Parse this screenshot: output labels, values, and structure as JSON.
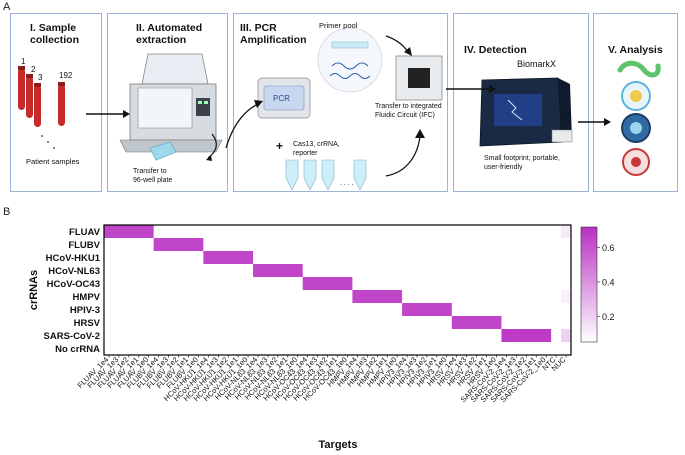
{
  "panel_a": {
    "letter": "A",
    "steps": [
      {
        "title_line1": "I. Sample",
        "title_line2": "collection",
        "tube_labels": [
          "1",
          "2",
          "3",
          "192"
        ],
        "caption": "Patient samples"
      },
      {
        "title_line1": "II. Automated",
        "title_line2": "extraction",
        "caption_line1": "Transfer to",
        "caption_line2": "96-well plate"
      },
      {
        "title_line1": "III. PCR",
        "title_line2": "Amplification",
        "primer_label": "Primer pool",
        "machine_label": "PCR",
        "reagent_line1": "Cas13, crRNA,",
        "reagent_line2": "reporter",
        "plus": "+",
        "dots": ". . . .",
        "transfer_line1": "Transfer to integrated",
        "transfer_line2": "Fluidic Circuit (IFC)"
      },
      {
        "title": "IV. Detection",
        "device_label": "BiomarkX",
        "caption_line1": "Small footprint, portable,",
        "caption_line2": "user-friendly"
      },
      {
        "title": "V. Analysis"
      }
    ]
  },
  "panel_b": {
    "letter": "B"
  },
  "chart_data": {
    "type": "heatmap",
    "xlabel": "Targets",
    "ylabel": "crRNAs",
    "rows": [
      "FLUAV",
      "FLUBV",
      "HCoV-HKU1",
      "HCoV-NL63",
      "HCoV-OC43",
      "HMPV",
      "HPIV-3",
      "HRSV",
      "SARS-CoV-2",
      "No crRNA"
    ],
    "columns": [
      "FLUAV_1e4",
      "FLUAV_1e3",
      "FLUAV_1e2",
      "FLUAV_1e1",
      "FLUAV_1e0",
      "FLUBV_1e4",
      "FLUBV_1e3",
      "FLUBV_1e2",
      "FLUBV_1e1",
      "FLUBV_1e0",
      "HCoV-HKU1_1e4",
      "HCoV-HKU1_1e3",
      "HCoV-HKU1_1e2",
      "HCoV-HKU1_1e1",
      "HCoV-HKU1_1e0",
      "HCoV-NL63_1e4",
      "HCoV-NL63_1e3",
      "HCoV-NL63_1e2",
      "HCoV-NL63_1e1",
      "HCoV-NL63_1e0",
      "HCoV-OC43_1e4",
      "HCoV-OC43_1e3",
      "HCoV-OC43_1e2",
      "HCoV-OC43_1e1",
      "HCoV-OC43_1e0",
      "HMPV_1e4",
      "HMPV_1e3",
      "HMPV_1e2",
      "HMPV_1e1",
      "HMPV_1e0",
      "HPIV3_1e4",
      "HPIV3_1e3",
      "HPIV3_1e2",
      "HPIV3_1e1",
      "HPIV3_1e0",
      "HRSV_1e4",
      "HRSV_1e3",
      "HRSV_1e2",
      "HRSV_1e1",
      "HRSV_1e0",
      "SARS-CoV-2_1e4",
      "SARS-CoV-2_1e3",
      "SARS-CoV-2_1e2",
      "SARS-CoV-2_1e1",
      "SARS-CoV-2_1e0",
      "NTC",
      "NUC"
    ],
    "x_tick_labels": [
      "FLUAV_1e4",
      "FLUAV_1e3",
      "FLUAV_1e2",
      "FLUAV_1e1",
      "FLUAV_1e0",
      "FLUBV_1e4",
      "FLUBV_1e3",
      "FLUBV_1e2",
      "FLUBV_1e1",
      "FLUBV_1e0",
      "HCoV-HKU1_1e4",
      "HCoV-HKU1_1e3",
      "HCoV-HKU1_1e2",
      "HCoV-HKU1_1e1",
      "HCoV-HKU1_1e0",
      "HCoV-NL63_1e4",
      "HCoV-NL63_1e3",
      "HCoV-NL63_1e2",
      "HCoV-NL63_1e1",
      "HCoV-NL63_1e0",
      "HCoV-OC43_1e4",
      "HCoV-OC43_1e3",
      "HCoV-OC43_1e2",
      "HCoV-OC43_1e1",
      "HCoV-OC43_1e0",
      "HMPV_1e4",
      "HMPV_1e3",
      "HMPV_1e2",
      "HMPV_1e1",
      "HMPV_1e0",
      "HPIV3_1e4",
      "HPIV3_1e3",
      "HPIV3_1e2",
      "HPIV3_1e1",
      "HPIV3_1e0",
      "HRSV_1e4",
      "HRSV_1e3",
      "HRSV_1e2",
      "HRSV_1e1",
      "HRSV_1e0",
      "SARS-CoV-2_1e4",
      "SARS-CoV-2_1e3",
      "SARS-CoV-2_1e2",
      "SARS-CoV-2_1e1",
      "SARS-CoV-2_1e0",
      "NTC",
      "NUC"
    ],
    "values": [
      [
        0.65,
        0.65,
        0.65,
        0.65,
        0.65,
        0.02,
        0.02,
        0.02,
        0.02,
        0.02,
        0.02,
        0.02,
        0.02,
        0.02,
        0.02,
        0.02,
        0.02,
        0.02,
        0.02,
        0.02,
        0.02,
        0.02,
        0.02,
        0.02,
        0.02,
        0.02,
        0.02,
        0.02,
        0.02,
        0.02,
        0.02,
        0.02,
        0.02,
        0.02,
        0.02,
        0.02,
        0.02,
        0.02,
        0.02,
        0.02,
        0.02,
        0.02,
        0.02,
        0.02,
        0.02,
        0.02,
        0.12
      ],
      [
        0.02,
        0.02,
        0.02,
        0.02,
        0.02,
        0.65,
        0.65,
        0.65,
        0.65,
        0.65,
        0.02,
        0.02,
        0.02,
        0.02,
        0.02,
        0.02,
        0.02,
        0.02,
        0.02,
        0.02,
        0.02,
        0.02,
        0.02,
        0.02,
        0.02,
        0.02,
        0.02,
        0.02,
        0.02,
        0.02,
        0.02,
        0.02,
        0.02,
        0.02,
        0.02,
        0.02,
        0.02,
        0.02,
        0.02,
        0.02,
        0.02,
        0.02,
        0.02,
        0.02,
        0.02,
        0.02,
        0.05
      ],
      [
        0.02,
        0.02,
        0.02,
        0.02,
        0.02,
        0.02,
        0.02,
        0.02,
        0.02,
        0.02,
        0.65,
        0.65,
        0.65,
        0.65,
        0.65,
        0.02,
        0.02,
        0.02,
        0.02,
        0.02,
        0.02,
        0.02,
        0.02,
        0.02,
        0.02,
        0.02,
        0.02,
        0.02,
        0.02,
        0.02,
        0.02,
        0.02,
        0.02,
        0.02,
        0.02,
        0.02,
        0.02,
        0.02,
        0.02,
        0.02,
        0.02,
        0.02,
        0.02,
        0.02,
        0.02,
        0.02,
        0.05
      ],
      [
        0.02,
        0.02,
        0.02,
        0.02,
        0.02,
        0.02,
        0.02,
        0.02,
        0.02,
        0.02,
        0.02,
        0.02,
        0.02,
        0.02,
        0.02,
        0.65,
        0.65,
        0.65,
        0.65,
        0.65,
        0.02,
        0.02,
        0.02,
        0.02,
        0.02,
        0.02,
        0.02,
        0.02,
        0.02,
        0.02,
        0.02,
        0.02,
        0.02,
        0.02,
        0.02,
        0.02,
        0.02,
        0.02,
        0.02,
        0.02,
        0.02,
        0.02,
        0.02,
        0.02,
        0.02,
        0.02,
        0.05
      ],
      [
        0.02,
        0.02,
        0.02,
        0.02,
        0.02,
        0.02,
        0.02,
        0.02,
        0.02,
        0.02,
        0.02,
        0.02,
        0.02,
        0.02,
        0.02,
        0.02,
        0.02,
        0.02,
        0.02,
        0.02,
        0.65,
        0.65,
        0.65,
        0.65,
        0.65,
        0.02,
        0.02,
        0.02,
        0.02,
        0.02,
        0.02,
        0.02,
        0.02,
        0.02,
        0.02,
        0.02,
        0.02,
        0.02,
        0.02,
        0.02,
        0.02,
        0.02,
        0.02,
        0.02,
        0.02,
        0.02,
        0.05
      ],
      [
        0.02,
        0.02,
        0.02,
        0.02,
        0.02,
        0.02,
        0.02,
        0.02,
        0.02,
        0.02,
        0.02,
        0.02,
        0.02,
        0.02,
        0.02,
        0.02,
        0.02,
        0.02,
        0.02,
        0.02,
        0.02,
        0.02,
        0.02,
        0.02,
        0.02,
        0.65,
        0.65,
        0.65,
        0.65,
        0.65,
        0.02,
        0.02,
        0.02,
        0.02,
        0.02,
        0.02,
        0.02,
        0.02,
        0.02,
        0.02,
        0.02,
        0.02,
        0.02,
        0.02,
        0.02,
        0.02,
        0.1
      ],
      [
        0.02,
        0.02,
        0.02,
        0.02,
        0.02,
        0.02,
        0.02,
        0.02,
        0.02,
        0.02,
        0.02,
        0.02,
        0.02,
        0.02,
        0.02,
        0.02,
        0.02,
        0.02,
        0.02,
        0.02,
        0.02,
        0.02,
        0.02,
        0.02,
        0.02,
        0.02,
        0.02,
        0.02,
        0.02,
        0.02,
        0.65,
        0.65,
        0.65,
        0.65,
        0.65,
        0.02,
        0.02,
        0.02,
        0.02,
        0.02,
        0.02,
        0.02,
        0.02,
        0.02,
        0.02,
        0.02,
        0.05
      ],
      [
        0.02,
        0.02,
        0.02,
        0.02,
        0.02,
        0.02,
        0.02,
        0.02,
        0.02,
        0.02,
        0.02,
        0.02,
        0.02,
        0.02,
        0.02,
        0.02,
        0.02,
        0.02,
        0.02,
        0.02,
        0.02,
        0.02,
        0.02,
        0.02,
        0.02,
        0.02,
        0.02,
        0.02,
        0.02,
        0.02,
        0.02,
        0.02,
        0.02,
        0.02,
        0.02,
        0.65,
        0.65,
        0.65,
        0.65,
        0.65,
        0.02,
        0.02,
        0.02,
        0.02,
        0.02,
        0.02,
        0.05
      ],
      [
        0.04,
        0.04,
        0.04,
        0.04,
        0.04,
        0.04,
        0.04,
        0.04,
        0.04,
        0.04,
        0.04,
        0.04,
        0.04,
        0.04,
        0.04,
        0.04,
        0.04,
        0.04,
        0.04,
        0.04,
        0.04,
        0.04,
        0.04,
        0.04,
        0.04,
        0.04,
        0.04,
        0.04,
        0.04,
        0.04,
        0.04,
        0.04,
        0.04,
        0.04,
        0.04,
        0.04,
        0.04,
        0.04,
        0.04,
        0.04,
        0.68,
        0.68,
        0.68,
        0.68,
        0.68,
        0.04,
        0.2
      ],
      [
        0.02,
        0.02,
        0.02,
        0.02,
        0.02,
        0.02,
        0.02,
        0.02,
        0.02,
        0.02,
        0.02,
        0.02,
        0.02,
        0.02,
        0.02,
        0.02,
        0.02,
        0.02,
        0.02,
        0.02,
        0.02,
        0.02,
        0.02,
        0.02,
        0.02,
        0.02,
        0.02,
        0.02,
        0.02,
        0.02,
        0.02,
        0.02,
        0.02,
        0.02,
        0.02,
        0.02,
        0.02,
        0.02,
        0.02,
        0.02,
        0.02,
        0.02,
        0.02,
        0.02,
        0.02,
        0.02,
        0.03
      ]
    ],
    "colorbar": {
      "min": 0.05,
      "max": 0.72,
      "ticks": [
        0.2,
        0.4,
        0.6
      ],
      "tick_labels": [
        "0.2",
        "0.4",
        "0.6"
      ],
      "low_color": "#ffffff",
      "high_color": "#b92fc2"
    }
  }
}
